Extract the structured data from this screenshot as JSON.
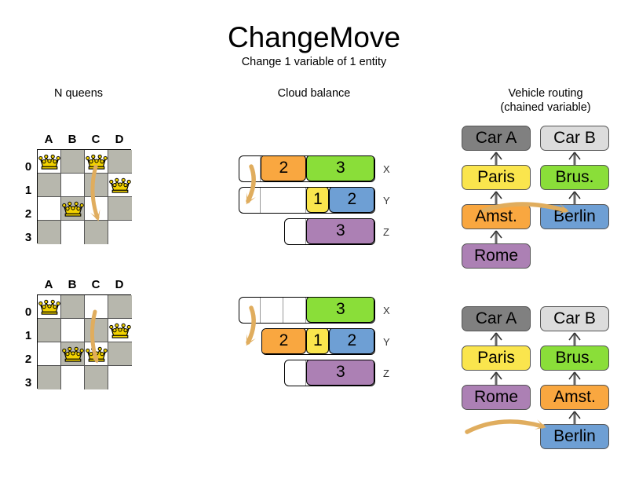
{
  "header": {
    "title": "ChangeMove",
    "subtitle": "Change 1 variable of 1 entity"
  },
  "sections": {
    "nqueens": {
      "title": "N queens"
    },
    "cloud": {
      "title": "Cloud balance"
    },
    "vrp": {
      "title_line1": "Vehicle routing",
      "title_line2": "(chained variable)"
    }
  },
  "colors": {
    "orange": "#f9a740",
    "green": "#8ade39",
    "blue": "#6e9fd4",
    "yellow": "#fae54d",
    "purple": "#ac80b4",
    "car_a_gray": "#808080",
    "car_b_gray": "#dcdcdc",
    "board_dark": "#b7b7ad",
    "board_light": "#ffffff",
    "arrow": "#e0ad5e",
    "queen_gold": "#f2d200"
  },
  "nqueens": {
    "column_labels": [
      "A",
      "B",
      "C",
      "D"
    ],
    "row_labels": [
      "0",
      "1",
      "2",
      "3"
    ],
    "before": {
      "queens": [
        {
          "col": 0,
          "row": 0
        },
        {
          "col": 2,
          "row": 0
        },
        {
          "col": 3,
          "row": 1
        },
        {
          "col": 1,
          "row": 2
        }
      ],
      "move": {
        "from_col": 2,
        "from_row": 0,
        "to_col": 2,
        "to_row": 2
      }
    },
    "after": {
      "queens": [
        {
          "col": 0,
          "row": 0
        },
        {
          "col": 3,
          "row": 1
        },
        {
          "col": 1,
          "row": 2
        },
        {
          "col": 2,
          "row": 2
        }
      ],
      "move": {
        "from_col": 2,
        "from_row": 0,
        "to_col": 2,
        "to_row": 2
      }
    }
  },
  "cloud": {
    "row_labels": [
      "X",
      "Y",
      "Z"
    ],
    "before": {
      "rows": [
        {
          "label": "X",
          "segments": [
            {
              "value": "",
              "color": "empty",
              "units": 1
            },
            {
              "value": "2",
              "color": "orange",
              "units": 2
            },
            {
              "value": "3",
              "color": "green",
              "units": 3
            }
          ]
        },
        {
          "label": "Y",
          "segments": [
            {
              "value": "",
              "color": "empty",
              "units": 1
            },
            {
              "value": "",
              "color": "empty",
              "units": 2
            },
            {
              "value": "1",
              "color": "yellow",
              "units": 1
            },
            {
              "value": "2",
              "color": "blue",
              "units": 2
            }
          ]
        },
        {
          "label": "Z",
          "segments": [
            {
              "value": "",
              "color": "empty",
              "units": 1
            },
            {
              "value": "3",
              "color": "purple",
              "units": 3
            }
          ]
        }
      ]
    },
    "after": {
      "rows": [
        {
          "label": "X",
          "segments": [
            {
              "value": "",
              "color": "empty",
              "units": 1
            },
            {
              "value": "",
              "color": "empty",
              "units": 1
            },
            {
              "value": "",
              "color": "empty",
              "units": 1
            },
            {
              "value": "3",
              "color": "green",
              "units": 3
            }
          ]
        },
        {
          "label": "Y",
          "segments": [
            {
              "value": "2",
              "color": "orange",
              "units": 2
            },
            {
              "value": "1",
              "color": "yellow",
              "units": 1
            },
            {
              "value": "2",
              "color": "blue",
              "units": 2
            }
          ]
        },
        {
          "label": "Z",
          "segments": [
            {
              "value": "",
              "color": "empty",
              "units": 1
            },
            {
              "value": "3",
              "color": "purple",
              "units": 3
            }
          ]
        }
      ]
    }
  },
  "vrp": {
    "before": {
      "chains": [
        {
          "vehicle": "Car A",
          "vehicle_color": "car_a_gray",
          "stops": [
            {
              "label": "Paris",
              "color": "yellow"
            },
            {
              "label": "Amst.",
              "color": "orange"
            },
            {
              "label": "Rome",
              "color": "purple"
            }
          ]
        },
        {
          "vehicle": "Car B",
          "vehicle_color": "car_b_gray",
          "stops": [
            {
              "label": "Brus.",
              "color": "green"
            },
            {
              "label": "Berlin",
              "color": "blue"
            }
          ]
        }
      ]
    },
    "after": {
      "chains": [
        {
          "vehicle": "Car A",
          "vehicle_color": "car_a_gray",
          "stops": [
            {
              "label": "Paris",
              "color": "yellow"
            },
            {
              "label": "Rome",
              "color": "purple"
            }
          ]
        },
        {
          "vehicle": "Car B",
          "vehicle_color": "car_b_gray",
          "stops": [
            {
              "label": "Brus.",
              "color": "green"
            },
            {
              "label": "Amst.",
              "color": "orange"
            },
            {
              "label": "Berlin",
              "color": "blue"
            }
          ]
        }
      ]
    }
  }
}
